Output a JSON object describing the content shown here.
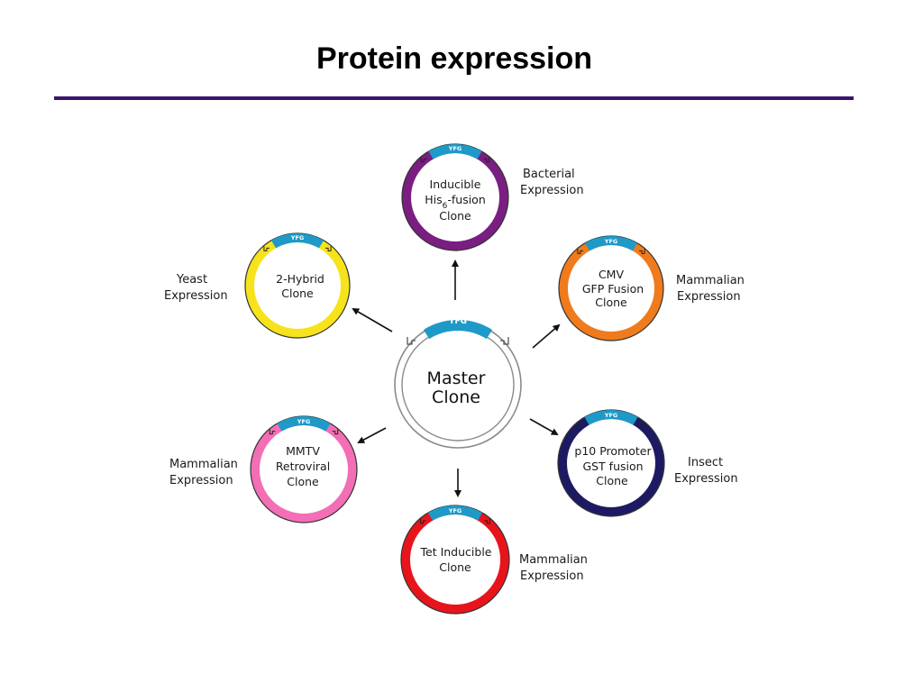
{
  "page": {
    "title": "Protein expression",
    "rule_color": "#3b1470"
  },
  "master": {
    "line1": "Master",
    "line2": "Clone",
    "gene_label": "YFG",
    "ring_color": "#ffffff",
    "gene_color": "#1e9ac8"
  },
  "plasmids": [
    {
      "id": "bacterial",
      "ring_color": "#7a1e82",
      "gene_label": "YFG",
      "gene_color": "#1e9ac8",
      "text1": "Inducible",
      "text2a": "His",
      "text2sub": "6",
      "text2b": "-fusion",
      "text3": "Clone",
      "label1": "Bacterial",
      "label2": "Expression"
    },
    {
      "id": "mammalian-cmv",
      "ring_color": "#f07b1c",
      "gene_label": "YFG",
      "gene_color": "#1e9ac8",
      "text1": "CMV",
      "text2": "GFP Fusion",
      "text3": "Clone",
      "label1": "Mammalian",
      "label2": "Expression"
    },
    {
      "id": "insect",
      "ring_color": "#1d1a63",
      "gene_label": "YFG",
      "gene_color": "#1e9ac8",
      "text1": "p10 Promoter",
      "text2": "GST fusion",
      "text3": "Clone",
      "label1": "Insect",
      "label2": "Expression"
    },
    {
      "id": "mammalian-tet",
      "ring_color": "#e8141c",
      "gene_label": "YFG",
      "gene_color": "#1e9ac8",
      "text1": "Tet Inducible",
      "text2": "Clone",
      "label1": "Mammalian",
      "label2": "Expression"
    },
    {
      "id": "mammalian-mmtv",
      "ring_color": "#f46eb5",
      "gene_label": "YFG",
      "gene_color": "#1e9ac8",
      "text1": "MMTV",
      "text2": "Retroviral",
      "text3": "Clone",
      "label1": "Mammalian",
      "label2": "Expression"
    },
    {
      "id": "yeast",
      "ring_color": "#f6e31b",
      "gene_label": "YFG",
      "gene_color": "#1e9ac8",
      "text1": "2-Hybrid",
      "text2": "Clone",
      "label1": "Yeast",
      "label2": "Expression"
    }
  ]
}
